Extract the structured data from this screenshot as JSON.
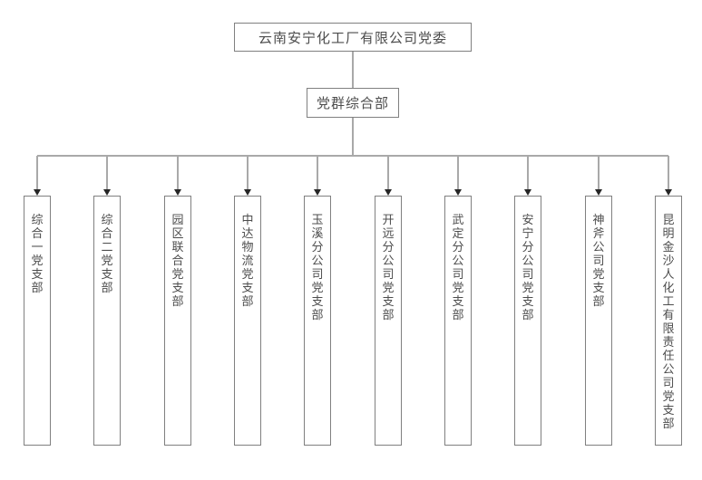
{
  "org_chart": {
    "root": {
      "label": "云南安宁化工厂有限公司党委"
    },
    "department": {
      "label": "党群综合部"
    },
    "branches": [
      {
        "label": "综合一党支部"
      },
      {
        "label": "综合二党支部"
      },
      {
        "label": "园区联合党支部"
      },
      {
        "label": "中达物流党支部"
      },
      {
        "label": "玉溪分公司党支部"
      },
      {
        "label": "开远分公司党支部"
      },
      {
        "label": "武定分公司党支部"
      },
      {
        "label": "安宁分公司党支部"
      },
      {
        "label": "神斧公司党支部"
      },
      {
        "label": "昆明金沙人化工有限责任公司党支部"
      }
    ],
    "colors": {
      "box_border": "#808080",
      "connector_line": "#a9a9a9",
      "arrowhead": "#262626",
      "text": "#4d4d4d",
      "background": "#ffffff"
    }
  }
}
